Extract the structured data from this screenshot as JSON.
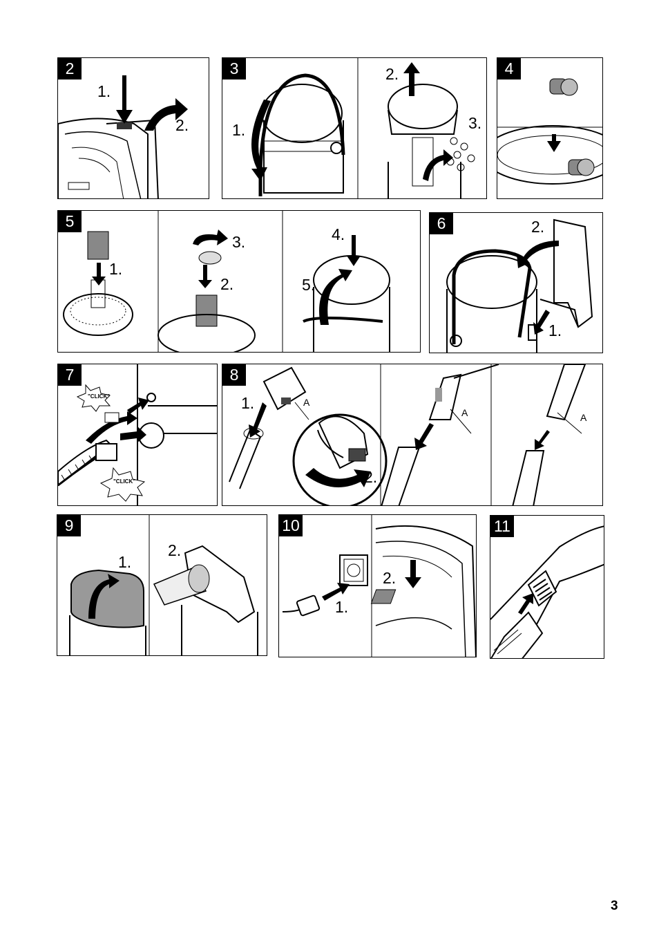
{
  "page_number": "3",
  "panels": {
    "p2": {
      "badge": "2",
      "s1": "1.",
      "s2": "2."
    },
    "p3": {
      "badge": "3",
      "s1": "1.",
      "s2": "2.",
      "s3": "3."
    },
    "p4": {
      "badge": "4"
    },
    "p5": {
      "badge": "5",
      "s1": "1.",
      "s2": "2.",
      "s3": "3.",
      "s4": "4.",
      "s5": "5."
    },
    "p6": {
      "badge": "6",
      "s1": "1.",
      "s2": "2."
    },
    "p7": {
      "badge": "7",
      "click1": "\"CLICK\"",
      "click2": "\"CLICK\""
    },
    "p8": {
      "badge": "8",
      "s1": "1.",
      "s2": "2.",
      "a1": "A",
      "a2": "A",
      "a3": "A"
    },
    "p9": {
      "badge": "9",
      "s1": "1.",
      "s2": "2."
    },
    "p10": {
      "badge": "10",
      "s1": "1.",
      "s2": "2."
    },
    "p11": {
      "badge": "11"
    }
  }
}
